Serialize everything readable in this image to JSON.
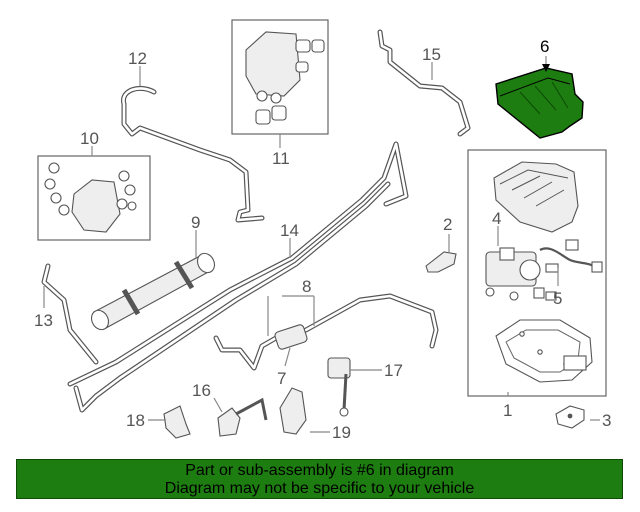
{
  "diagram": {
    "callouts": [
      {
        "id": "1",
        "label": "1"
      },
      {
        "id": "2",
        "label": "2"
      },
      {
        "id": "3",
        "label": "3"
      },
      {
        "id": "4",
        "label": "4"
      },
      {
        "id": "5",
        "label": "5"
      },
      {
        "id": "6",
        "label": "6",
        "highlighted": true
      },
      {
        "id": "7",
        "label": "7"
      },
      {
        "id": "8",
        "label": "8"
      },
      {
        "id": "9",
        "label": "9"
      },
      {
        "id": "10",
        "label": "10"
      },
      {
        "id": "11",
        "label": "11"
      },
      {
        "id": "12",
        "label": "12"
      },
      {
        "id": "13",
        "label": "13"
      },
      {
        "id": "14",
        "label": "14"
      },
      {
        "id": "15",
        "label": "15"
      },
      {
        "id": "16",
        "label": "16"
      },
      {
        "id": "17",
        "label": "17"
      },
      {
        "id": "18",
        "label": "18"
      },
      {
        "id": "19",
        "label": "19"
      }
    ],
    "highlight_color": "#1d7d10"
  },
  "banner": {
    "line1": "Part or sub-assembly is #6 in diagram",
    "line2": "Diagram may not be specific to your vehicle",
    "background": "#1d7d10"
  }
}
